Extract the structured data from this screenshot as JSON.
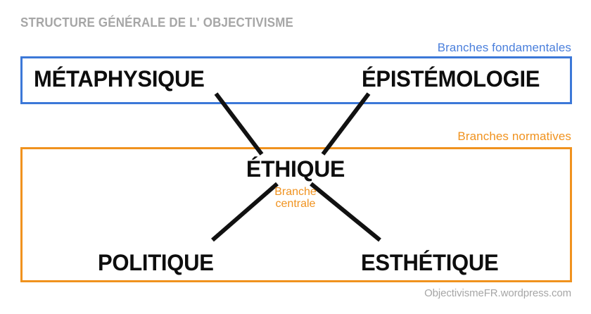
{
  "diagram": {
    "title": "STRUCTURE GÉNÉRALE DE L' OBJECTIVISME",
    "footer_credit": "ObjectivismeFR.wordpress.com"
  },
  "colors": {
    "fundamental_blue": "#3c78d8",
    "fundamental_label_blue": "#4a7fdc",
    "normative_orange": "#f0921e",
    "title_gray": "#a6a6a6",
    "branch_text_black": "#0d0d0d",
    "connector_black": "#111111",
    "background": "#ffffff"
  },
  "groups": {
    "fundamental": {
      "label": "Branches fondamentales",
      "branches": [
        {
          "name": "MÉTAPHYSIQUE"
        },
        {
          "name": "ÉPISTÉMOLOGIE"
        }
      ]
    },
    "normative": {
      "label": "Branches normatives",
      "central": {
        "name": "ÉTHIQUE",
        "caption_line1": "Branche",
        "caption_line2": "centrale"
      },
      "branches": [
        {
          "name": "POLITIQUE"
        },
        {
          "name": "ESTHÉTIQUE"
        }
      ]
    }
  },
  "connections": [
    {
      "from": "MÉTAPHYSIQUE",
      "to": "ÉTHIQUE"
    },
    {
      "from": "ÉPISTÉMOLOGIE",
      "to": "ÉTHIQUE"
    },
    {
      "from": "ÉTHIQUE",
      "to": "POLITIQUE"
    },
    {
      "from": "ÉTHIQUE",
      "to": "ESTHÉTIQUE"
    }
  ]
}
